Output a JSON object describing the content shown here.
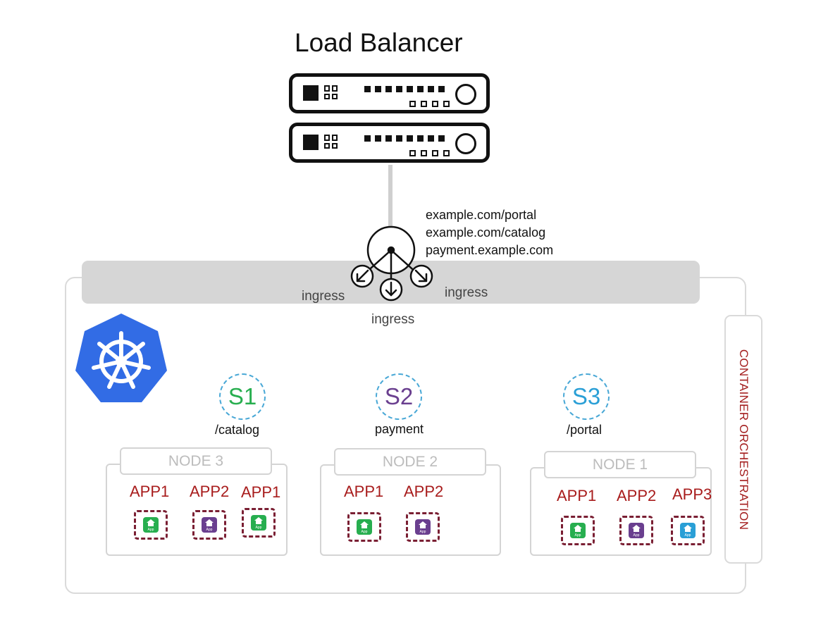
{
  "title": "Load Balancer",
  "urls": [
    "example.com/portal",
    "example.com/catalog",
    "payment.example.com"
  ],
  "ingress_labels": [
    "ingress",
    "ingress",
    "ingress"
  ],
  "orchestration_label": "CONTAINER ORCHESTRATION",
  "colors": {
    "green": "#27ae4f",
    "purple": "#6a3f8f",
    "blue": "#2a9fd6",
    "app_label": "#a81c1c",
    "k8s": "#326ce5"
  },
  "services": [
    {
      "id": "S1",
      "path": "/catalog",
      "color": "#27ae4f"
    },
    {
      "id": "S2",
      "path": "payment",
      "color": "#6a3f8f"
    },
    {
      "id": "S3",
      "path": "/portal",
      "color": "#2a9fd6"
    }
  ],
  "nodes": [
    {
      "label": "NODE 3",
      "apps": [
        {
          "label": "APP1",
          "icon": "app-icon",
          "color": "#27ae4f",
          "badge": "App"
        },
        {
          "label": "APP2",
          "icon": "app-icon",
          "color": "#6a3f8f",
          "badge": "App"
        },
        {
          "label": "APP1",
          "icon": "app-icon",
          "color": "#27ae4f",
          "badge": "App"
        }
      ]
    },
    {
      "label": "NODE 2",
      "apps": [
        {
          "label": "APP1",
          "icon": "app-icon",
          "color": "#27ae4f",
          "badge": "App"
        },
        {
          "label": "APP2",
          "icon": "app-icon",
          "color": "#6a3f8f",
          "badge": "App"
        }
      ]
    },
    {
      "label": "NODE 1",
      "apps": [
        {
          "label": "APP1",
          "icon": "app-icon",
          "color": "#27ae4f",
          "badge": "App"
        },
        {
          "label": "APP2",
          "icon": "app-icon",
          "color": "#6a3f8f",
          "badge": "App"
        },
        {
          "label": "APP3",
          "icon": "app-icon",
          "color": "#2a9fd6",
          "badge": "App"
        }
      ]
    }
  ],
  "icons": {
    "server": "server-rack-icon",
    "router": "ingress-router-icon",
    "kubernetes": "kubernetes-logo-icon"
  }
}
